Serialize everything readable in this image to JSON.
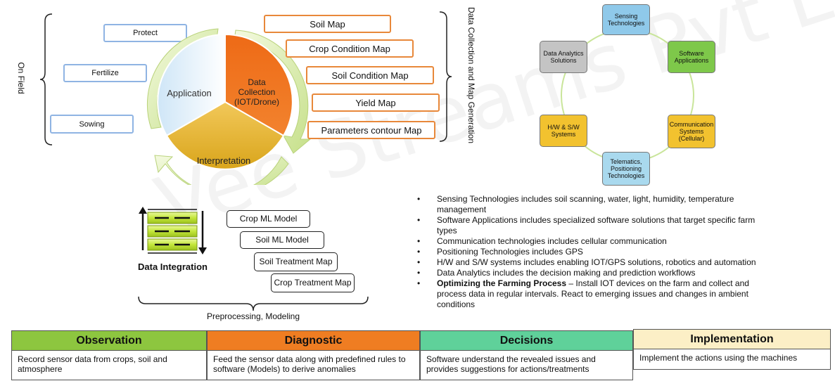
{
  "watermark": "Vee Streams Pvt Ltd",
  "cycle": {
    "application": "Application",
    "data_collection": [
      "Data",
      "Collection",
      "(IOT/Drone)"
    ],
    "interpretation": "Interpretation"
  },
  "on_field": {
    "label": "On Field",
    "items": [
      "Protect",
      "Fertilize",
      "Sowing"
    ]
  },
  "data_collection_maps": {
    "label": "Data Collection and Map Generation",
    "items": [
      "Soil Map",
      "Crop Condition Map",
      "Soil Condition Map",
      "Yield Map",
      "Parameters contour Map"
    ]
  },
  "data_integration": {
    "label": "Data Integration"
  },
  "models": {
    "items": [
      "Crop ML Model",
      "Soil ML Model",
      "Soil Treatment Map",
      "Crop Treatment Map"
    ],
    "label": "Preprocessing, Modeling"
  },
  "tech_ring": {
    "nodes": [
      {
        "label": "Sensing Technologies",
        "color": "#8fc9ea"
      },
      {
        "label": "Software Applications",
        "color": "#7ec84a"
      },
      {
        "label": "Communication Systems (Cellular)",
        "color": "#f2c22f"
      },
      {
        "label": "Telematics, Positioning Technologies",
        "color": "#a9d9ee"
      },
      {
        "label": "H/W & S/W Systems",
        "color": "#f2c22f"
      },
      {
        "label": "Data Analytics Solutions",
        "color": "#c4c4c4"
      }
    ]
  },
  "bullets": [
    {
      "text": "Sensing Technologies includes soil scanning, water, light, humidity, temperature management"
    },
    {
      "text": "Software Applications includes specialized software solutions that target specific farm types"
    },
    {
      "text": "Communication technologies includes cellular communication"
    },
    {
      "text": "Positioning Technologies includes GPS"
    },
    {
      "text": "H/W and S/W systems includes enabling IOT/GPS solutions, robotics and automation"
    },
    {
      "text": "Data Analytics includes the decision making and prediction workflows"
    },
    {
      "bold": "Optimizing the Farming Process",
      "text": " – Install IOT devices on the farm and collect and process data in regular intervals. React to emerging issues and changes in ambient conditions"
    }
  ],
  "phases": [
    {
      "title": "Observation",
      "body": "Record sensor data from crops, soil and atmosphere",
      "color": "#8dc63f"
    },
    {
      "title": "Diagnostic",
      "body": "Feed the sensor data along with predefined rules to software (Models) to derive anomalies",
      "color": "#ef7d22"
    },
    {
      "title": "Decisions",
      "body": "Software understand the revealed issues and provides suggestions for actions/treatments",
      "color": "#5fd19a"
    },
    {
      "title": "Implementation",
      "body": "Implement the actions using the machines",
      "color": "#fcefc6"
    }
  ]
}
